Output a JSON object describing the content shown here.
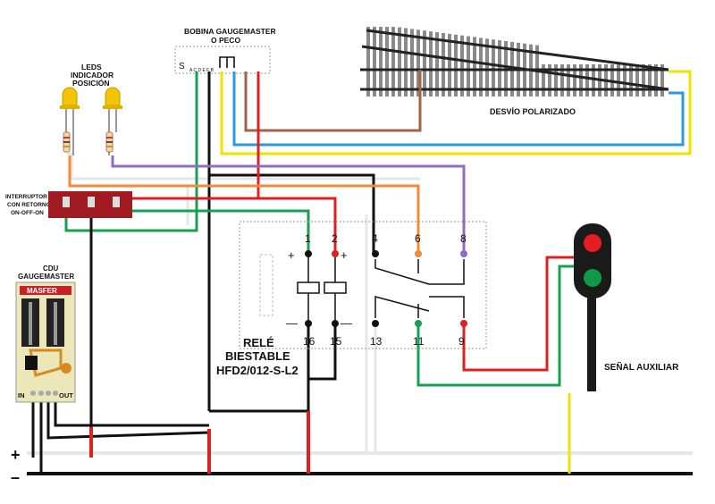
{
  "labels": {
    "bobina_line1": "BOBINA GAUGEMASTER",
    "bobina_line2": "O PECO",
    "leds_line1": "LEDS",
    "leds_line2": "INDICADOR",
    "leds_line3": "POSICIÓN",
    "desvio": "DESVÍO POLARIZADO",
    "interruptor_line1": "INTERRUPTOR",
    "interruptor_line2": "CON RETORNO",
    "interruptor_line3": "ON-OFF-ON",
    "cdu_line1": "CDU",
    "cdu_line2": "GAUGEMASTER",
    "cdu_brand": "MASFER",
    "cdu_in": "IN",
    "cdu_out": "OUT",
    "relay_line1": "RELÉ",
    "relay_line2": "BIESTABLE",
    "relay_line3": "HFD2/012-S-L2",
    "senal": "SEÑAL AUXILIAR",
    "plus": "+",
    "minus": "–",
    "bobina_pin_s": "S",
    "bobina_pins_small": "A C D E F B"
  },
  "relay_pins": {
    "top": [
      "1",
      "2",
      "4",
      "6",
      "8"
    ],
    "bottom": [
      "16",
      "15",
      "13",
      "11",
      "9"
    ],
    "plus_left": "+",
    "plus_right": "+",
    "minus_left": "—",
    "minus_right": "—"
  },
  "colors": {
    "black": "#111111",
    "red": "#e02020",
    "green": "#16a050",
    "blue": "#2a9ad8",
    "yellow": "#f5e000",
    "orange": "#f08a3c",
    "purple": "#8f6cc0",
    "brown": "#a0644a",
    "switch_body": "#a01c22",
    "led_yellow": "#f4c400",
    "signal_red": "#e41c24",
    "signal_green": "#0f9a4a"
  }
}
